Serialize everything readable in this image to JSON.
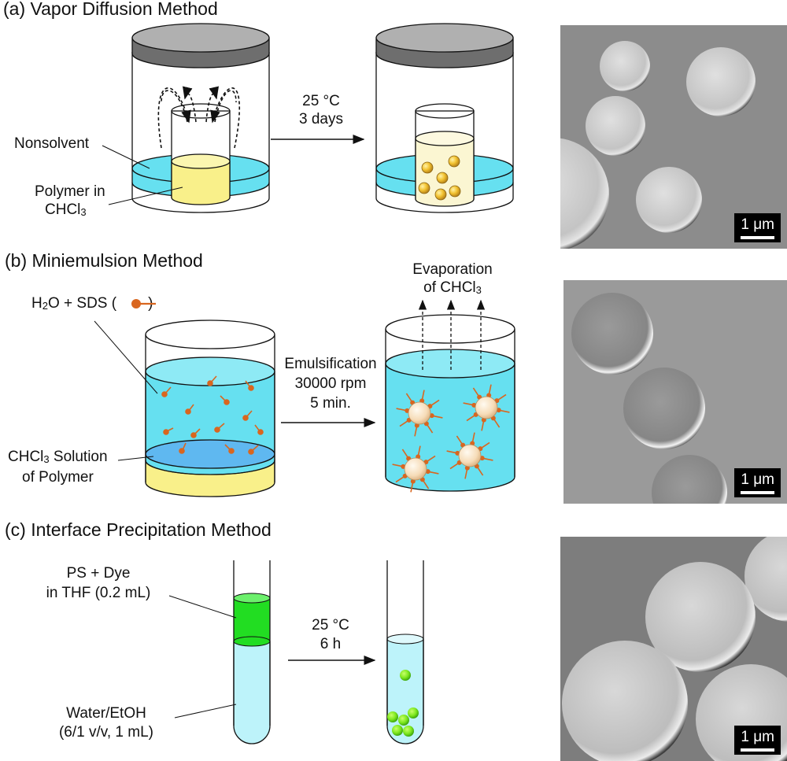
{
  "panel_a": {
    "title": "(a)  Vapor Diffusion Method",
    "label_nonsolvent": "Nonsolvent",
    "label_polymer_1": "Polymer in",
    "label_polymer_2": "CHCl",
    "label_polymer_sub": "3",
    "cond_1": "25 °C",
    "cond_2": "3 days",
    "scale": "1 μm"
  },
  "panel_b": {
    "title": "(b)  Miniemulsion Method",
    "label_water_1": "H",
    "label_water_sub": "2",
    "label_water_2": "O + SDS (",
    "label_water_3": ")",
    "label_chcl3_1": "CHCl",
    "label_chcl3_sub": "3",
    "label_chcl3_2": " Solution",
    "label_chcl3_3": "of Polymer",
    "cond_1": "Emulsification",
    "cond_2": "30000 rpm",
    "cond_3": "5 min.",
    "evap_1": "Evaporation",
    "evap_2": "of CHCl",
    "evap_sub": "3",
    "scale": "1 μm"
  },
  "panel_c": {
    "title": "(c)  Interface Precipitation Method",
    "label_ps_1": "PS + Dye",
    "label_ps_2": "in THF (0.2 mL)",
    "label_water_1": "Water/EtOH",
    "label_water_2": "(6/1 v/v, 1 mL)",
    "cond_1": "25 °C",
    "cond_2": "6 h",
    "scale": "1 μm"
  },
  "colors": {
    "cyan": "#66e0f0",
    "light_cyan": "#bdf3fa",
    "yellow": "#f9f08a",
    "pale_yellow": "#fbf6d2",
    "orange": "#d9661f",
    "green": "#22dd22",
    "gold": "#f2c230",
    "lid_dark": "#555555"
  }
}
